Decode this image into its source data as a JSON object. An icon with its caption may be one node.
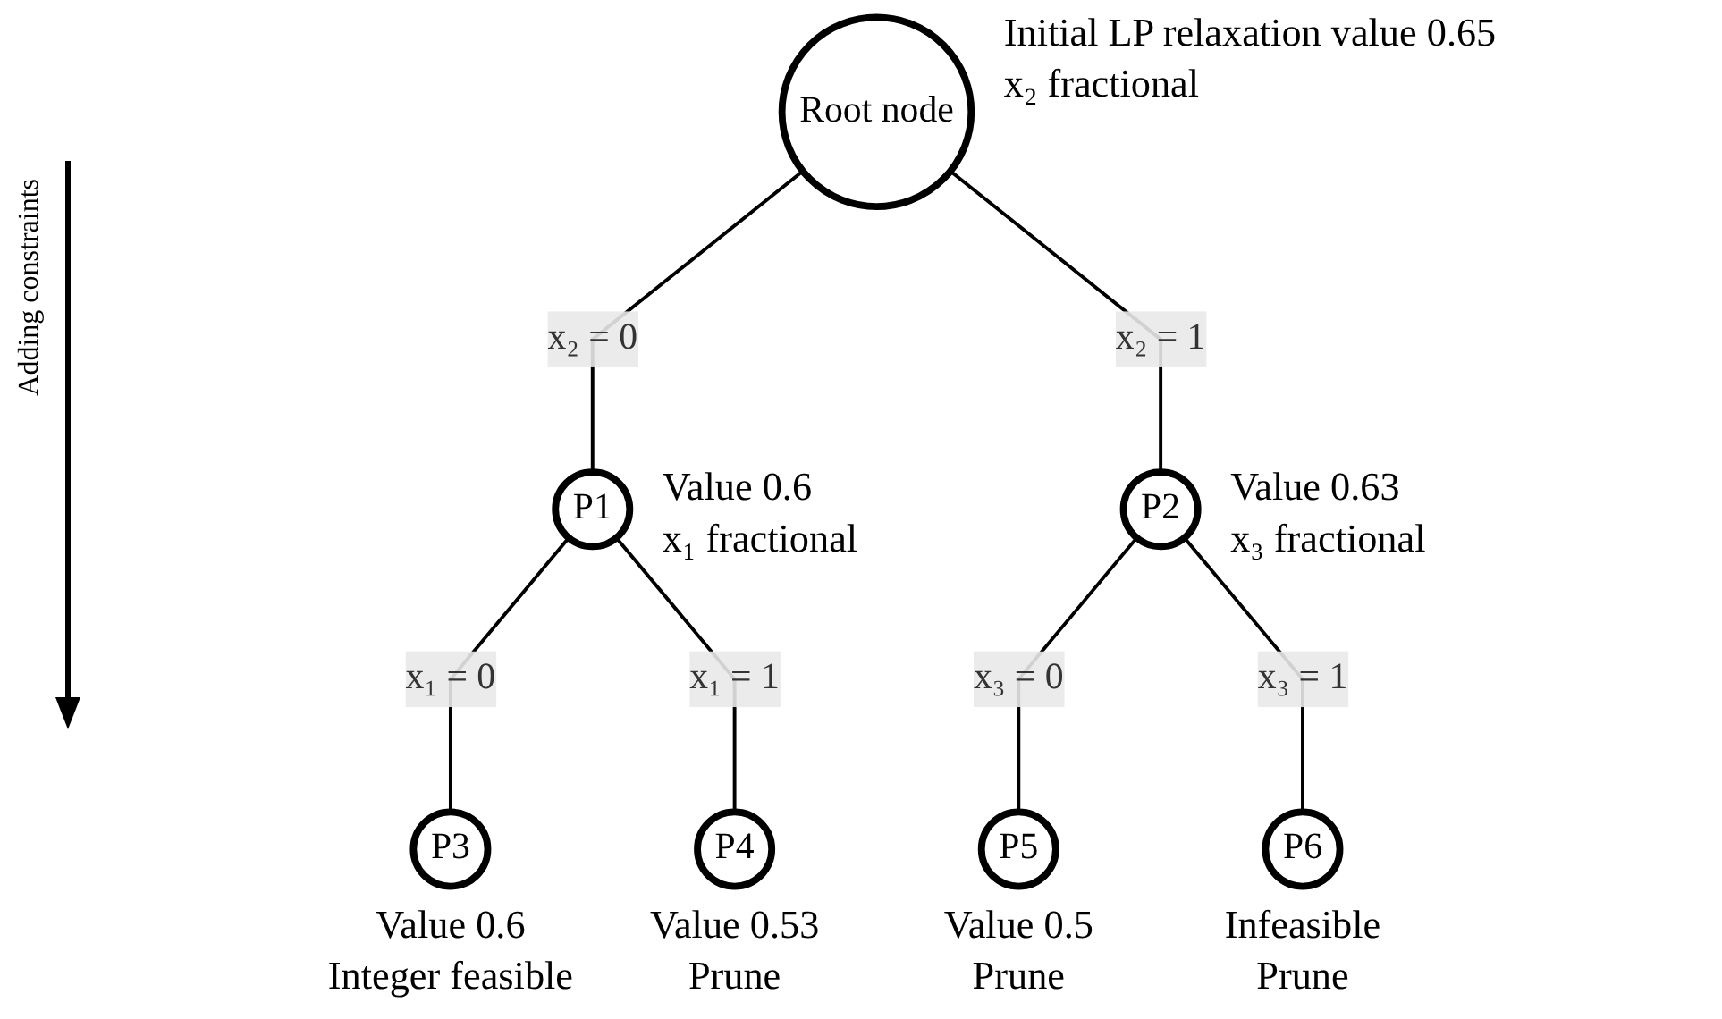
{
  "diagram": {
    "nodes": [
      {
        "text": [
          "Root node"
        ],
        "beside": [
          "Initial LP relaxation value 0.65",
          "x₂ fractional"
        ]
      },
      {
        "text": [
          "P1"
        ],
        "beside": [
          "Value 0.6",
          "x₁ fractional"
        ]
      },
      {
        "text": [
          "P2"
        ],
        "beside": [
          "Value 0.63",
          "x₃ fractional"
        ]
      },
      {
        "text": [
          "P3"
        ],
        "beside": [
          "Value 0.6",
          "Integer feasible"
        ]
      },
      {
        "text": [
          "P4"
        ],
        "beside": [
          "Value 0.53",
          "Prune"
        ]
      },
      {
        "text": [
          "P5"
        ],
        "beside": [
          "Value 0.5",
          "Prune"
        ]
      },
      {
        "text": [
          "P6"
        ],
        "beside": [
          "Infeasible",
          "Prune"
        ]
      }
    ],
    "edges": [
      {
        "from": 0,
        "to": 1,
        "arrow": "none",
        "label": "x₂ = 0"
      },
      {
        "from": 0,
        "to": 2,
        "arrow": "none",
        "label": "x₂ = 1"
      },
      {
        "from": 1,
        "to": 3,
        "arrow": "none",
        "label": "x₁ = 0"
      },
      {
        "from": 1,
        "to": 4,
        "arrow": "none",
        "label": "x₁ = 1"
      },
      {
        "from": 2,
        "to": 5,
        "arrow": "none",
        "label": "x₃ = 0"
      },
      {
        "from": 2,
        "to": 6,
        "arrow": "none",
        "label": "x₃ = 1"
      }
    ],
    "labels": [
      "Adding constraints"
    ]
  }
}
